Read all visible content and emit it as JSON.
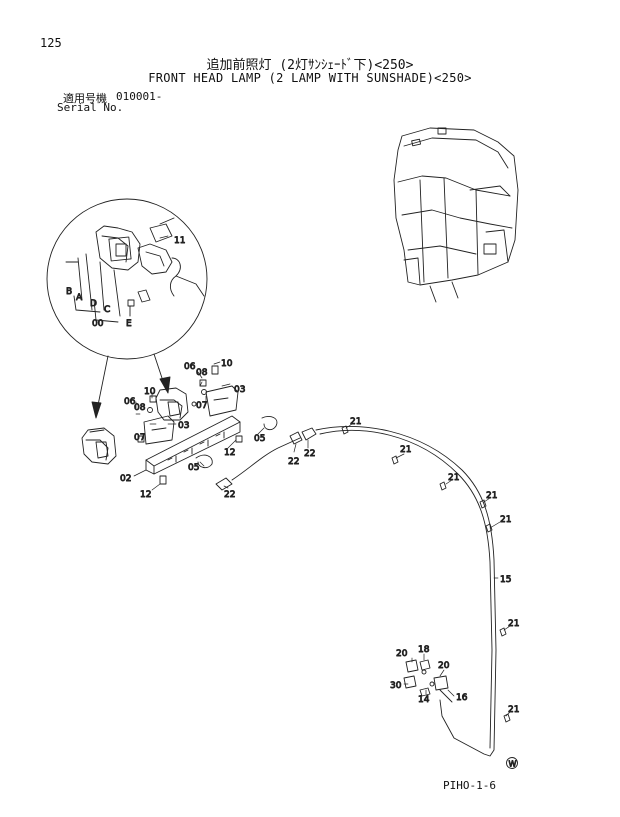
{
  "header": {
    "page_number": "125",
    "title_jp": "追加前照灯 (2灯ｻﾝｼｪｰﾄﾞ下)<250>",
    "title_en": "FRONT HEAD LAMP (2 LAMP WITH SUNSHADE)<250>",
    "serial_label_jp": "適用号機",
    "serial_value": "010001-",
    "serial_label_en": "Serial No."
  },
  "footer": {
    "drawing_code": "PIHO-1-6",
    "w_mark": "W"
  },
  "callouts": {
    "c11": "11",
    "cB": "B",
    "cA": "A",
    "cD": "D",
    "cC": "C",
    "c00": "00",
    "cE": "E",
    "c10a": "10",
    "c06a": "06",
    "c08a": "08",
    "c07a": "07",
    "c03a": "03",
    "c10b": "10",
    "c06b": "06",
    "c08b": "08",
    "c07b": "07",
    "c03b": "03",
    "c05a": "05",
    "c12a": "12",
    "c05b": "05",
    "c02": "02",
    "c12b": "12",
    "c22a": "22",
    "c22b": "22",
    "c22c": "22",
    "c21a": "21",
    "c21b": "21",
    "c21c": "21",
    "c21d": "21",
    "c21e": "21",
    "c21f": "21",
    "c21g": "21",
    "c15": "15",
    "c20a": "20",
    "c18": "18",
    "c20b": "20",
    "c30": "30",
    "c14": "14",
    "c16": "16"
  }
}
